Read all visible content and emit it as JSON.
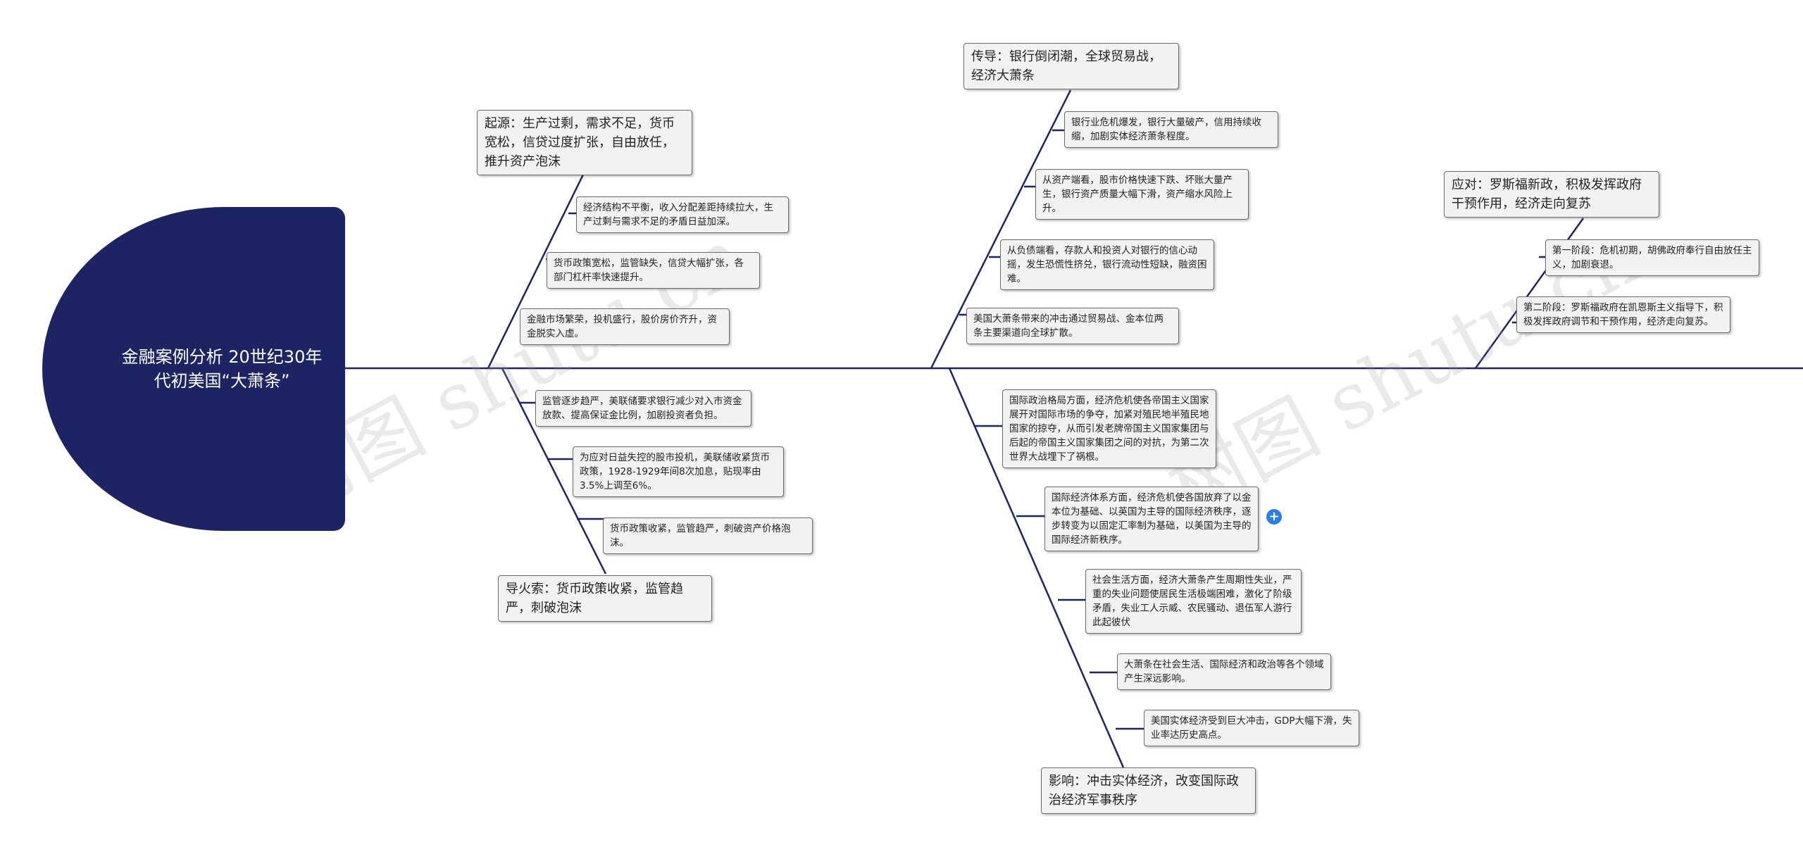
{
  "root": {
    "title": "金融案例分析 20世纪30年代初美国“大萧条”"
  },
  "branches": {
    "origin": {
      "title": "起源：生产过剩，需求不足，货币宽松，信贷过度扩张，自由放任，推升资产泡沫",
      "items": [
        "经济结构不平衡，收入分配差距持续拉大，生产过剩与需求不足的矛盾日益加深。",
        "货币政策宽松，监管缺失，信贷大幅扩张，各部门杠杆率快速提升。",
        "金融市场繁荣，投机盛行，股价房价齐升，资金脱实入虚。"
      ]
    },
    "fuse": {
      "title": "导火索：货币政策收紧，监管趋严，刺破泡沫",
      "items": [
        "监管逐步趋严，美联储要求银行减少对入市资金放款、提高保证金比例，加剧投资者负担。",
        "为应对日益失控的股市投机，美联储收紧货币政策，1928-1929年间8次加息，贴现率由3.5%上调至6%。",
        "货币政策收紧，监管趋严，刺破资产价格泡沫。"
      ]
    },
    "transmission": {
      "title": "传导：银行倒闭潮，全球贸易战，经济大萧条",
      "items": [
        "银行业危机爆发，银行大量破产，信用持续收缩，加剧实体经济萧条程度。",
        "从资产端看，股市价格快速下跌、坏账大量产生，银行资产质量大幅下滑，资产缩水风险上升。",
        "从负债端看，存款人和投资人对银行的信心动摇，发生恐慌性挤兑，银行流动性短缺，融资困难。",
        "美国大萧条带来的冲击通过贸易战、金本位两条主要渠道向全球扩散。"
      ]
    },
    "impact": {
      "title": "影响：冲击实体经济，改变国际政治经济军事秩序",
      "items": [
        "国际政治格局方面，经济危机使各帝国主义国家展开对国际市场的争夺，加紧对殖民地半殖民地国家的掠夺，从而引发老牌帝国主义国家集团与后起的帝国主义国家集团之间的对抗，为第二次世界大战埋下了祸根。",
        "国际经济体系方面，经济危机使各国放弃了以金本位为基础、以英国为主导的国际经济秩序，逐步转变为以固定汇率制为基础，以美国为主导的国际经济新秩序。",
        "社会生活方面，经济大萧条产生周期性失业，严重的失业问题使居民生活极端困难，激化了阶级矛盾，失业工人示威、农民骚动、退伍军人游行此起彼伏",
        "大萧条在社会生活、国际经济和政治等各个领域产生深远影响。",
        "美国实体经济受到巨大冲击，GDP大幅下滑，失业率达历史高点。"
      ]
    },
    "response": {
      "title": "应对：罗斯福新政，积极发挥政府干预作用，经济走向复苏",
      "items": [
        "第一阶段：危机初期，胡佛政府奉行自由放任主义，加剧衰退。",
        "第二阶段：罗斯福政府在凯恩斯主义指导下，积极发挥政府调节和干预作用，经济走向复苏。"
      ]
    }
  },
  "expand_symbol": "+",
  "watermark": "树图 shutu.cn",
  "colors": {
    "head": "#1d2463",
    "line": "#1d2463",
    "node_bg": "#f2f2f2",
    "expand": "#2b7de0"
  }
}
